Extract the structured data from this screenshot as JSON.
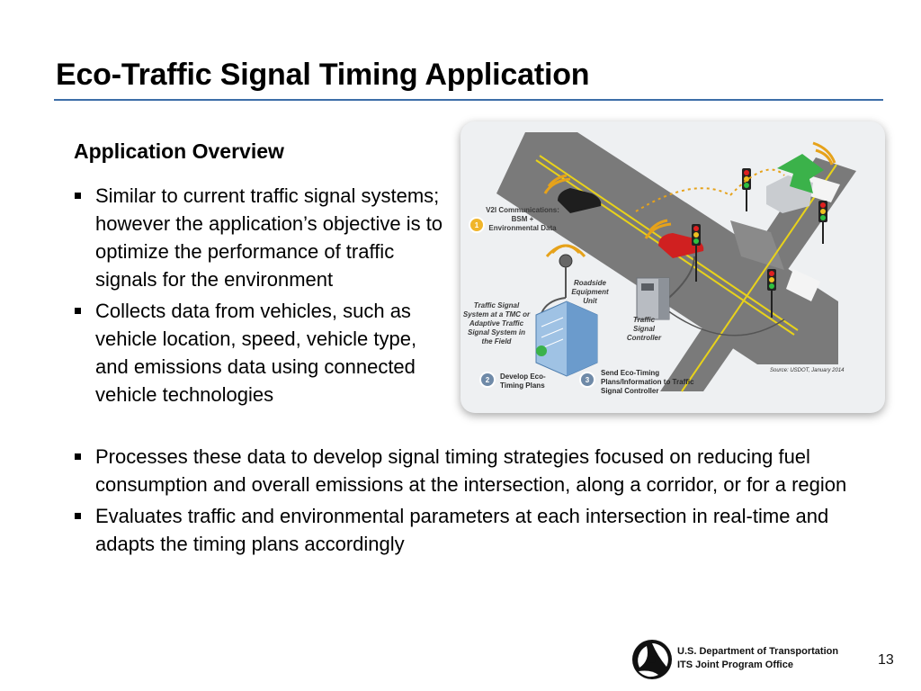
{
  "slide": {
    "title": "Eco-Traffic Signal Timing Application",
    "subtitle": "Application Overview",
    "bullets": [
      "Similar to current traffic signal systems; however the application’s objective is to optimize the performance of traffic signals for the environment",
      "Collects data from vehicles, such as vehicle location, speed, vehicle type, and emissions data using connected vehicle technologies",
      "Processes these data to develop signal timing strategies focused on reducing fuel consumption and overall emissions at the intersection, along a corridor, or for a region",
      "Evaluates traffic and environmental parameters at each intersection in real-time and adapts the timing plans accordingly"
    ],
    "page_number": "13"
  },
  "figure": {
    "v2i_label": "V2I Communications: BSM + Environmental Data",
    "v2i_step": "1",
    "rse_label": "Roadside Equipment Unit",
    "tmc_label": "Traffic Signal System at a TMC or Adaptive Traffic Signal System in the Field",
    "controller_label": "Traffic Signal Controller",
    "step2_number": "2",
    "step2_label": "Develop Eco-Timing Plans",
    "step3_number": "3",
    "step3_label": "Send Eco-Timing Plans/Information to Traffic Signal Controller",
    "source": "Source: USDOT, January 2014"
  },
  "footer": {
    "org_line1": "U.S. Department of Transportation",
    "org_line2": "ITS Joint Program Office"
  },
  "colors": {
    "accent_rule": "#3d6ea8",
    "road": "#7a7a7a",
    "lane_yellow": "#e8d21a",
    "signal_wave": "#e6a21a",
    "truck_arrow": "#3bb24a"
  }
}
